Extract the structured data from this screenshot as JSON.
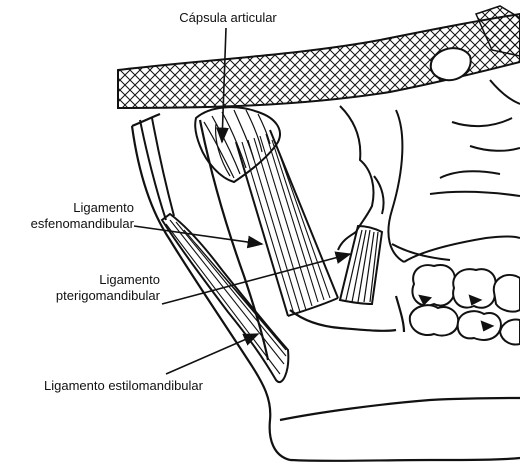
{
  "labels": {
    "capsula": "Cápsula articular",
    "esfeno_line1": "Ligamento",
    "esfeno_line2": "esfenomandibular",
    "pterigo_line1": "Ligamento",
    "pterigo_line2": "pterigomandibular",
    "estilo": "Ligamento estilomandibular"
  },
  "colors": {
    "ink": "#111111",
    "background": "#ffffff"
  }
}
